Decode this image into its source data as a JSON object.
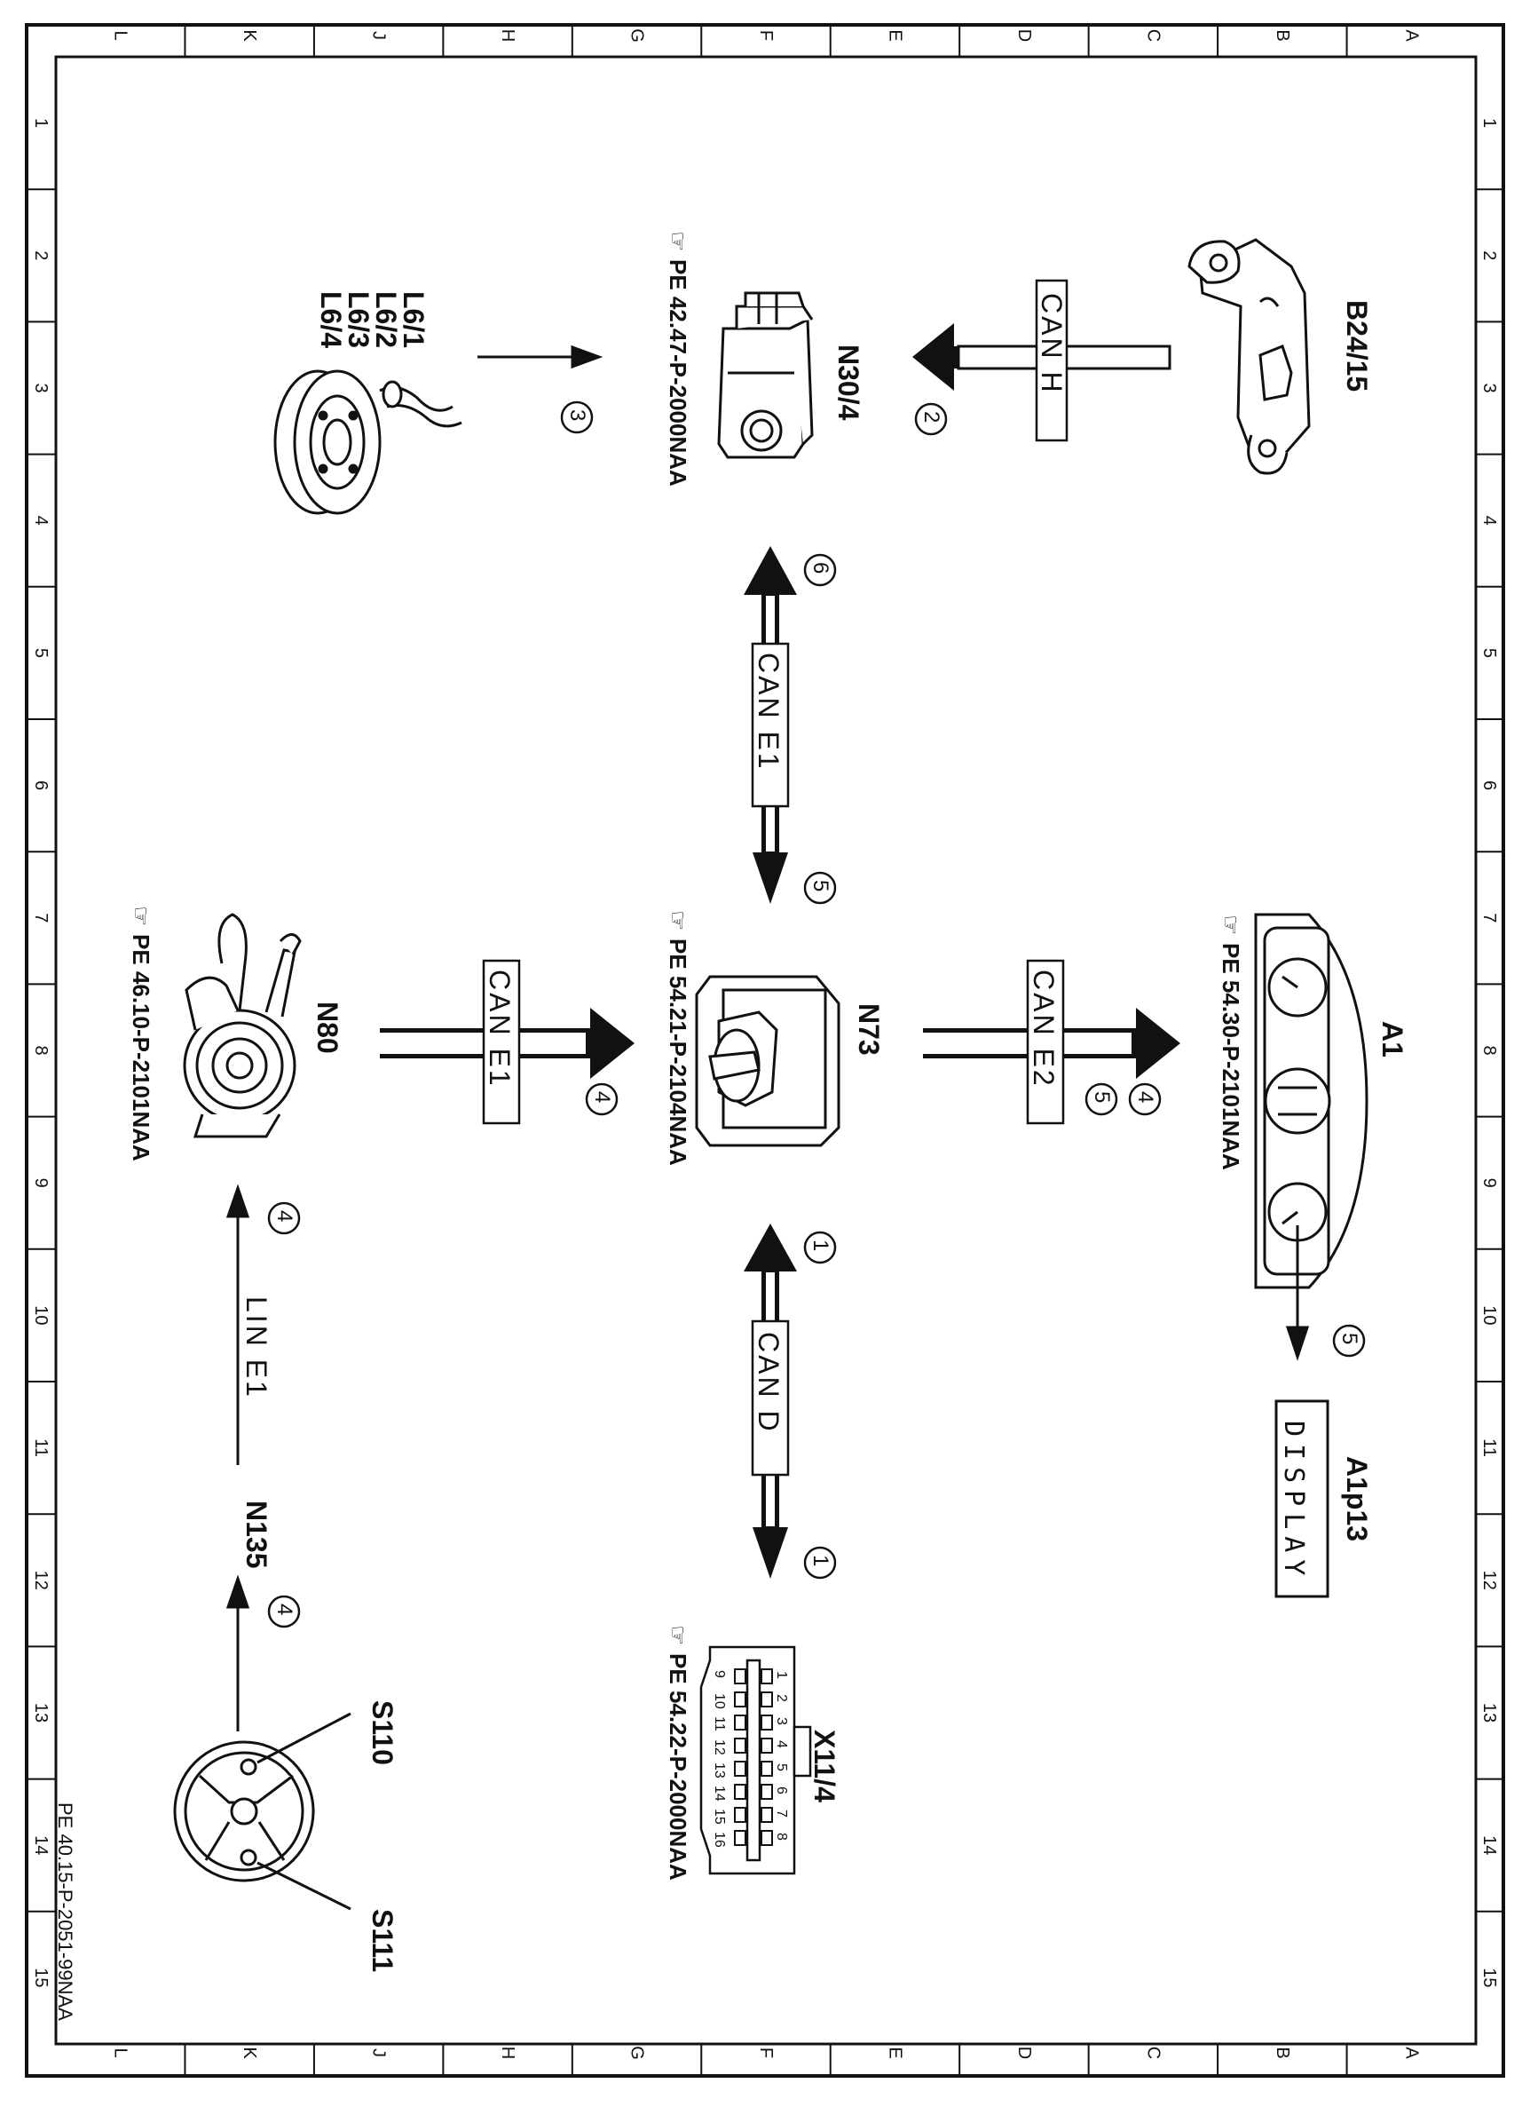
{
  "frame": {
    "columns": [
      "L",
      "K",
      "J",
      "H",
      "G",
      "F",
      "E",
      "D",
      "C",
      "B",
      "A"
    ],
    "rows": [
      "1",
      "2",
      "3",
      "4",
      "5",
      "6",
      "7",
      "8",
      "9",
      "10",
      "11",
      "12",
      "13",
      "14",
      "15"
    ],
    "doc_id": "PE 40.15-P-2051-99NAA"
  },
  "components": {
    "b24_15": "B24/15",
    "n30_4": "N30/4",
    "n30_4_ref": "PE 42.47-P-2000NAA",
    "l6_labels": [
      "L6/1",
      "L6/2",
      "L6/3",
      "L6/4"
    ],
    "n73": "N73",
    "n73_ref": "PE 54.21-P-2104NAA",
    "n80": "N80",
    "n80_ref": "PE 46.10-P-2101NAA",
    "a1": "A1",
    "a1_ref": "PE 54.30-P-2101NAA",
    "a1p13": "A1p13",
    "a1p13_text": "DISPLAY",
    "x11_4": "X11/4",
    "x11_4_ref": "PE 54.22-P-2000NAA",
    "x11_pins_top": [
      "1",
      "2",
      "3",
      "4",
      "5",
      "6",
      "7",
      "8"
    ],
    "x11_pins_bottom": [
      "9",
      "10",
      "11",
      "12",
      "13",
      "14",
      "15",
      "16"
    ],
    "n135": "N135",
    "s110": "S110",
    "s111": "S111"
  },
  "buses": {
    "can_h": "CAN H",
    "can_e1_vertical": "CAN E1",
    "can_e1_horizontal": "CAN E1",
    "can_e2": "CAN E2",
    "can_d": "CAN D",
    "lin_e1": "LIN E1"
  },
  "steps": {
    "s_can_h": "2",
    "s_l6": "3",
    "s_e1_up": "6",
    "s_e1_down": "5",
    "s_n80": "4",
    "s_e2_a": "4",
    "s_e2_b": "5",
    "s_display": "5",
    "s_d_up": "1",
    "s_d_down": "1",
    "s_lin": "4",
    "s_s110": "4"
  }
}
